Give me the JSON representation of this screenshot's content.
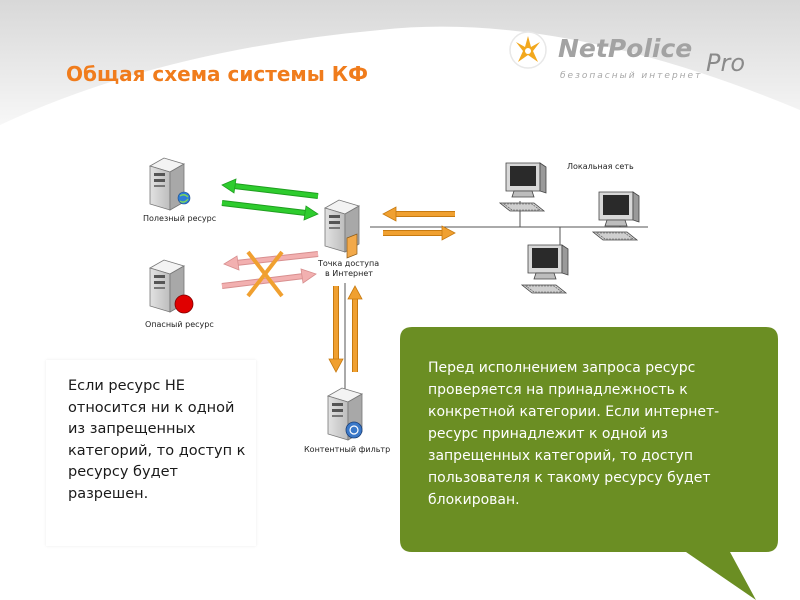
{
  "slide": {
    "title": "Общая схема системы КФ"
  },
  "logo": {
    "name_part1": "Net",
    "name_part2": "Police",
    "suffix": "Pro",
    "tagline": "безопасный интернет"
  },
  "diagram": {
    "useful_resource_label": "Полезный ресурс",
    "dangerous_resource_label": "Опасный ресурс",
    "access_point_label_line1": "Точка доступа",
    "access_point_label_line2": "в Интернет",
    "content_filter_label": "Контентный фильтр",
    "local_network_label": "Локальная сеть"
  },
  "notes": {
    "left_text": "Если ресурс НЕ относится ни к одной из запрещенных категорий, то доступ к ресурсу будет разрешен.",
    "right_text": "Перед исполнением запроса ресурс проверяется на принадлежность к конкретной категории. Если интернет-ресурс принадлежит к одной из запрещенных категорий, то доступ пользователя к такому ресурсу будет блокирован."
  },
  "colors": {
    "title_orange": "#f07c1c",
    "arrow_green": "#2ecc2e",
    "arrow_orange": "#f0a030",
    "arrow_pink": "#f2b0b0",
    "cross_orange": "#f0a030",
    "danger_red": "#e00000",
    "callout_green": "#6b8e23",
    "background_gray": "#eeeeee"
  }
}
